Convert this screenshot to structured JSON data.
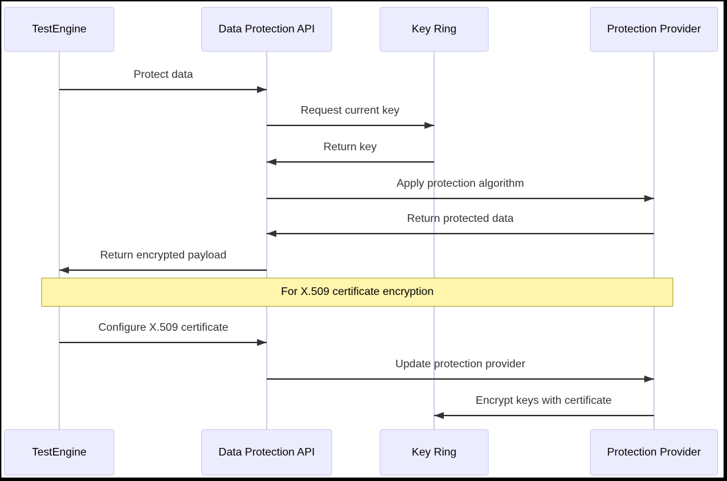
{
  "diagram": {
    "type": "sequence-diagram",
    "participants": [
      {
        "id": "testengine",
        "name": "TestEngine"
      },
      {
        "id": "data-protection-api",
        "name": "Data Protection API"
      },
      {
        "id": "key-ring",
        "name": "Key Ring"
      },
      {
        "id": "protection-provider",
        "name": "Protection Provider"
      }
    ],
    "messages": [
      {
        "from": "TestEngine",
        "to": "Data Protection API",
        "direction": "right",
        "label": "Protect data"
      },
      {
        "from": "Data Protection API",
        "to": "Key Ring",
        "direction": "right",
        "label": "Request current key"
      },
      {
        "from": "Key Ring",
        "to": "Data Protection API",
        "direction": "left",
        "label": "Return key"
      },
      {
        "from": "Data Protection API",
        "to": "Protection Provider",
        "direction": "right",
        "label": "Apply protection algorithm"
      },
      {
        "from": "Protection Provider",
        "to": "Data Protection API",
        "direction": "left",
        "label": "Return protected data"
      },
      {
        "from": "Data Protection API",
        "to": "TestEngine",
        "direction": "left",
        "label": "Return encrypted payload"
      },
      {
        "from": "TestEngine",
        "to": "Data Protection API",
        "direction": "right",
        "label": "Configure X.509 certificate"
      },
      {
        "from": "Data Protection API",
        "to": "Protection Provider",
        "direction": "right",
        "label": "Update protection provider"
      },
      {
        "from": "Protection Provider",
        "to": "Key Ring",
        "direction": "left",
        "label": "Encrypt keys with certificate"
      }
    ],
    "note": {
      "placement": "over all participants",
      "text": "For X.509 certificate encryption"
    },
    "colors": {
      "participant_fill": "#ECECFF",
      "participant_border": "#CCCCEE",
      "note_fill": "#FFF5AD",
      "note_border": "#AAAA33",
      "arrow_color": "#333333",
      "lifeline_color": "#D5D0E8",
      "text_color": "#000000"
    }
  }
}
